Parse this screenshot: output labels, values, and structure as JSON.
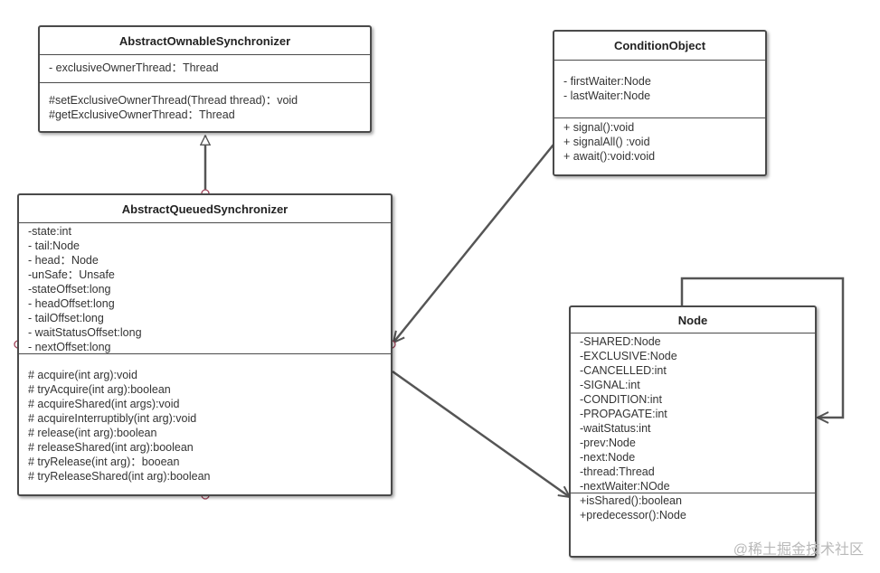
{
  "classes": {
    "aos": {
      "name": "AbstractOwnableSynchronizer",
      "attributes": [
        "- exclusiveOwnerThread：Thread"
      ],
      "methods": [
        "#setExclusiveOwnerThread(Thread thread)：void",
        "#getExclusiveOwnerThread：Thread"
      ]
    },
    "co": {
      "name": "ConditionObject",
      "attributes": [
        "- firstWaiter:Node",
        "- lastWaiter:Node"
      ],
      "methods": [
        "+ signal():void",
        "+ signalAll() :void",
        "+ await():void:void"
      ]
    },
    "aqs": {
      "name": "AbstractQueuedSynchronizer",
      "attributes": [
        "-state:int",
        "- tail:Node",
        "- head：Node",
        "-unSafe：Unsafe",
        "-stateOffset:long",
        "- headOffset:long",
        "- tailOffset:long",
        "- waitStatusOffset:long",
        "- nextOffset:long"
      ],
      "methods": [
        "# acquire(int arg):void",
        "# tryAcquire(int arg):boolean",
        "# acquireShared(int args):void",
        "# acquireInterruptibly(int arg):void",
        "# release(int arg):boolean",
        "# releaseShared(int arg):boolean",
        "# tryRelease(int arg)：booean",
        "# tryReleaseShared(int arg):boolean"
      ]
    },
    "node": {
      "name": "Node",
      "attributes": [
        "-SHARED:Node",
        "-EXCLUSIVE:Node",
        "-CANCELLED:int",
        "-SIGNAL:int",
        "-CONDITION:int",
        "-PROPAGATE:int",
        "-waitStatus:int",
        "-prev:Node",
        "-next:Node",
        "-thread:Thread",
        "-nextWaiter:NOde"
      ],
      "methods": [
        "+isShared():boolean",
        "+predecessor():Node"
      ]
    }
  },
  "watermark": "@稀土掘金技术社区",
  "colors": {
    "border": "#4a4a4a",
    "text": "#333333",
    "connector": "#555555",
    "marker": "#a0445a"
  }
}
